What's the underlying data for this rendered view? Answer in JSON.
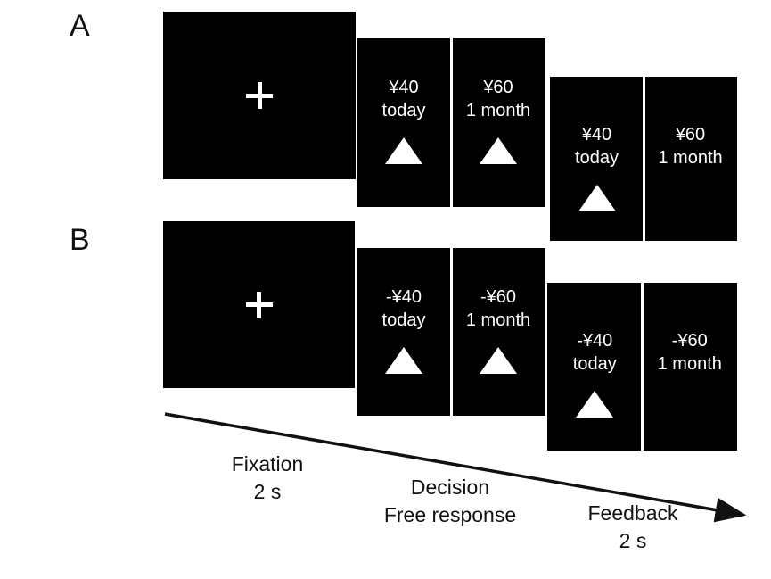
{
  "figure": {
    "panels": [
      {
        "letter": "A",
        "condition": "gain",
        "screens": [
          {
            "name": "fixation",
            "type": "fixation",
            "symbol": "+"
          },
          {
            "name": "decision",
            "type": "choice",
            "options": [
              {
                "amount": "¥40",
                "delay": "today",
                "chosen": true
              },
              {
                "amount": "¥60",
                "delay": "1 month",
                "chosen": true
              }
            ]
          },
          {
            "name": "feedback",
            "type": "choice",
            "options": [
              {
                "amount": "¥40",
                "delay": "today",
                "chosen": true
              },
              {
                "amount": "¥60",
                "delay": "1 month",
                "chosen": false
              }
            ]
          }
        ]
      },
      {
        "letter": "B",
        "condition": "loss",
        "screens": [
          {
            "name": "fixation",
            "type": "fixation",
            "symbol": "+"
          },
          {
            "name": "decision",
            "type": "choice",
            "options": [
              {
                "amount": "-¥40",
                "delay": "today",
                "chosen": true
              },
              {
                "amount": "-¥60",
                "delay": "1 month",
                "chosen": true
              }
            ]
          },
          {
            "name": "feedback",
            "type": "choice",
            "options": [
              {
                "amount": "-¥40",
                "delay": "today",
                "chosen": true
              },
              {
                "amount": "-¥60",
                "delay": "1 month",
                "chosen": false
              }
            ]
          }
        ]
      }
    ],
    "timeline": {
      "stages": [
        {
          "label": "Fixation",
          "duration": "2 s"
        },
        {
          "label": "Decision",
          "duration": "Free response"
        },
        {
          "label": "Feedback",
          "duration": "2 s"
        }
      ]
    },
    "colors": {
      "screen_background": "#000000",
      "screen_foreground": "#ffffff",
      "page_background": "#ffffff",
      "ink": "#111111"
    }
  }
}
